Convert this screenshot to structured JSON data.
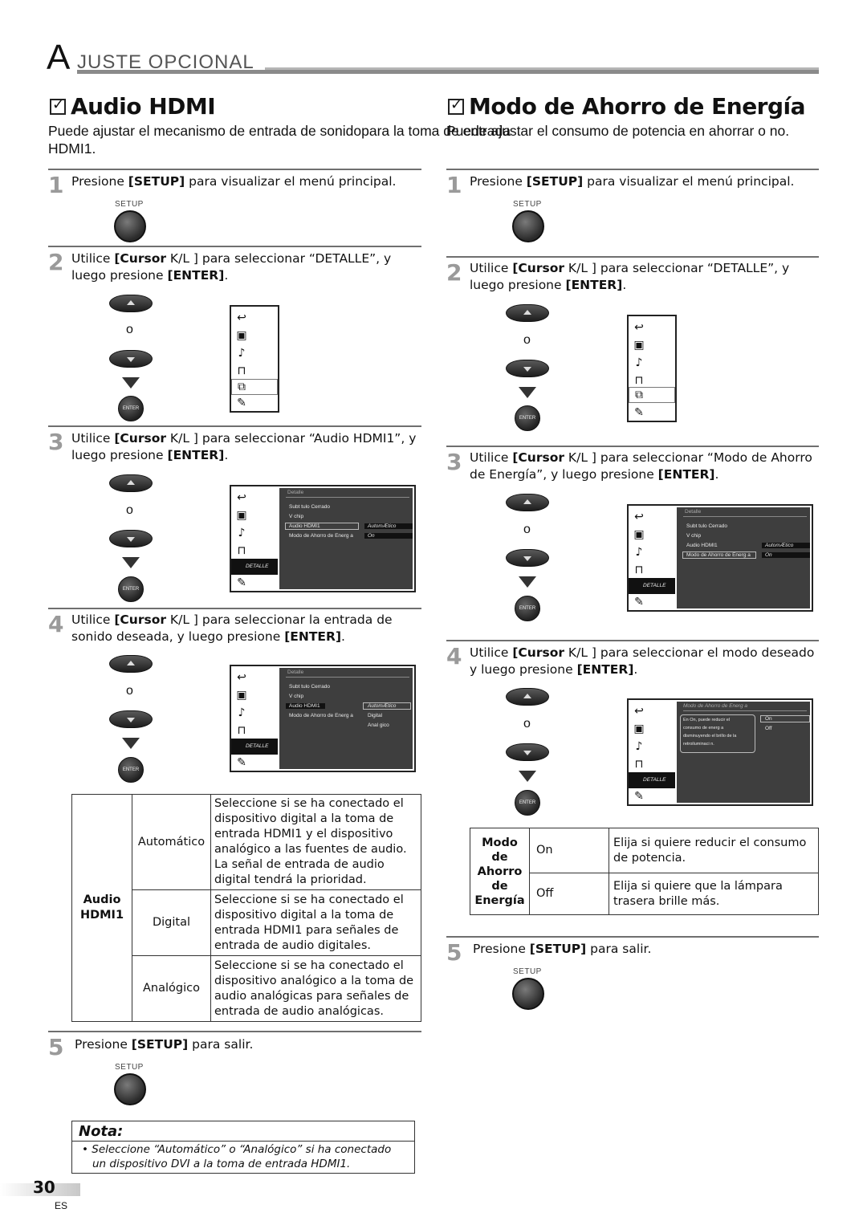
{
  "header": {
    "title_initial": "A",
    "title_rest": "JUSTE  OPCIONAL"
  },
  "left": {
    "title": "Audio HDMI",
    "intro_line1": "Puede ajustar el mecanismo de entrada de sonidopara la toma de entrada",
    "intro_line2": "HDMI1.",
    "step1": {
      "num": "1",
      "pre": "Presione ",
      "bold": "[SETUP]",
      "post": " para visualizar el menú principal.",
      "btn": "SETUP"
    },
    "step2": {
      "num": "2",
      "pre": "Utilice ",
      "bold1": "[Cursor",
      "mid": " K/L ] para seleccionar “DETALLE”, y",
      "line2pre": "luego presione ",
      "bold2": "[ENTER]",
      "line2post": "."
    },
    "step3": {
      "num": "3",
      "pre": "Utilice ",
      "bold1": "[Cursor",
      "mid": " K/L ] para seleccionar “Audio HDMI1”, y",
      "line2pre": "luego presione ",
      "bold2": "[ENTER]",
      "line2post": "."
    },
    "step4": {
      "num": "4",
      "pre": "Utilice ",
      "bold1": "[Cursor",
      "mid": " K/L ] para seleccionar la entrada de",
      "line2pre": "sonido deseada, y luego presione ",
      "bold2": "[ENTER]",
      "line2post": "."
    },
    "step5": {
      "num": "5",
      "pre": "Presione ",
      "bold": "[SETUP]",
      "post": " para salir.",
      "btn": "SETUP"
    },
    "or": "o",
    "enter": "ENTER",
    "menu3": {
      "title": "Detalle",
      "items": [
        "Subt tulo Cerrado",
        "V chip",
        "Audio HDMI1",
        "Modo de Ahorro de Energ a"
      ],
      "val1": "AutomÆtico",
      "val2": "On",
      "tab": "DETALLE"
    },
    "menu4": {
      "title": "Detalle",
      "items": [
        "Subt tulo Cerrado",
        "V chip",
        "Audio HDMI1",
        "Modo de Ahorro de Energ a"
      ],
      "options": [
        "AutomÆtico",
        "Digital",
        "Anal gico"
      ],
      "tab": "DETALLE"
    },
    "table": {
      "row_label_1": "Audio",
      "row_label_2": "HDMI1",
      "rows": [
        {
          "opt": "Automático",
          "desc": "Seleccione si se ha conectado el dispositivo digital a la toma de entrada HDMI1 y el dispositivo analógico a las fuentes de audio. La señal de entrada de audio digital tendrá la prioridad."
        },
        {
          "opt": "Digital",
          "desc": "Seleccione si se ha conectado el dispositivo digital a la toma de entrada HDMI1 para señales de entrada de audio digitales."
        },
        {
          "opt": "Analógico",
          "desc": "Seleccione si se ha conectado el dispositivo analógico a la toma de audio analógicas para señales de entrada de audio analógicas."
        }
      ]
    },
    "nota": {
      "title": "Nota:",
      "line1": "•  Seleccione “Automático” o “Analógico” si ha conectado",
      "line2": "un dispositivo DVI a la toma de entrada HDMI1."
    }
  },
  "right": {
    "title": "Modo de Ahorro de Energía",
    "intro": "Puede ajustar el consumo de potencia en ahorrar o no.",
    "step1": {
      "num": "1",
      "pre": "Presione ",
      "bold": "[SETUP]",
      "post": " para visualizar el menú principal.",
      "btn": "SETUP"
    },
    "step2": {
      "num": "2",
      "pre": "Utilice ",
      "bold1": "[Cursor",
      "mid": " K/L ] para seleccionar “DETALLE”, y",
      "line2pre": "luego presione ",
      "bold2": "[ENTER]",
      "line2post": "."
    },
    "step3": {
      "num": "3",
      "pre": "Utilice ",
      "bold1": "[Cursor",
      "mid": " K/L ] para seleccionar “Modo de Ahorro",
      "line2pre": "de Energía”, y luego presione ",
      "bold2": "[ENTER]",
      "line2post": "."
    },
    "step4": {
      "num": "4",
      "pre": "Utilice ",
      "bold1": "[Cursor",
      "mid": " K/L ] para seleccionar el modo deseado",
      "line2pre": "y luego presione ",
      "bold2": "[ENTER]",
      "line2post": "."
    },
    "step5": {
      "num": "5",
      "pre": "Presione ",
      "bold": "[SETUP]",
      "post": " para salir.",
      "btn": "SETUP"
    },
    "or": "o",
    "enter": "ENTER",
    "menu3": {
      "title": "Detalle",
      "items": [
        "Subt tulo Cerrado",
        "V chip",
        "Audio HDMI1",
        "Modo de Ahorro de Energ a"
      ],
      "val1": "AutomÆtico",
      "val2": "On",
      "tab": "DETALLE"
    },
    "menu4": {
      "title": "Modo de Ahorro de Energ a",
      "desc1": "En On, puede reducir el",
      "desc2": "consumo de energ a",
      "desc3": "disminuyendo el brillo de la",
      "desc4": "retroiluminaci n.",
      "opt_on": "On",
      "opt_off": "Off",
      "tab": "DETALLE"
    },
    "table": {
      "label": [
        "Modo",
        "de",
        "Ahorro",
        "de",
        "Energía"
      ],
      "rows": [
        {
          "opt": "On",
          "desc": "Elija si quiere reducir el consumo de potencia."
        },
        {
          "opt": "Off",
          "desc": "Elija si quiere que la lámpara trasera brille más."
        }
      ]
    }
  },
  "footer": {
    "page": "30",
    "lang": "ES"
  }
}
